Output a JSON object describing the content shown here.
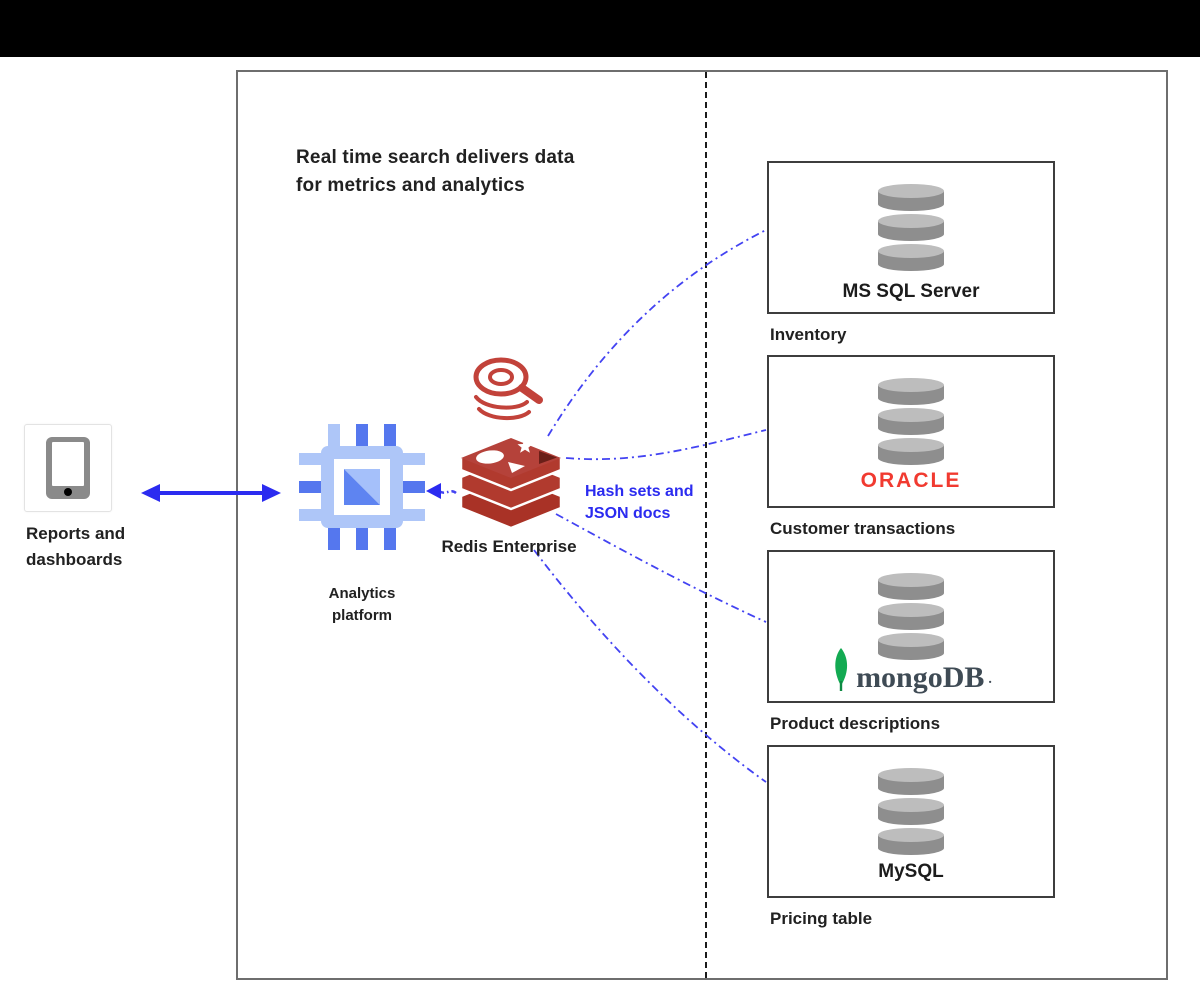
{
  "note": {
    "line1": "Real time search delivers data",
    "line2": "for metrics and analytics"
  },
  "reports": {
    "icon": "tablet-icon",
    "line1": "Reports and",
    "line2": "dashboards"
  },
  "analytics": {
    "icon": "cpu-chip-icon",
    "line1": "Analytics",
    "line2": "platform"
  },
  "redis": {
    "search_icon": "redisearch-magnifier-icon",
    "cube_icon": "redis-cube-icon",
    "label": "Redis Enterprise",
    "annotation_line1": "Hash sets and",
    "annotation_line2": "JSON docs"
  },
  "databases": [
    {
      "icon": "database-cylinder-icon",
      "name": "MS SQL Server",
      "caption": "Inventory",
      "logo_style": "plain"
    },
    {
      "icon": "database-cylinder-icon",
      "name": "ORACLE",
      "caption": "Customer transactions",
      "logo_style": "oracle-red"
    },
    {
      "icon": "database-cylinder-icon",
      "name": "mongoDB",
      "name_suffix": ".",
      "caption": "Product descriptions",
      "logo_style": "mongodb-leaf-serif"
    },
    {
      "icon": "database-cylinder-icon",
      "name": "MySQL",
      "caption": "Pricing table",
      "logo_style": "plain"
    }
  ],
  "connections": {
    "bidirectional_arrow": "reports-dashboards <-> analytics-platform",
    "redis_to_analytics": "redis-enterprise -> analytics-platform",
    "flow_curves": [
      "redis -> ms-sql-server",
      "redis -> oracle",
      "redis -> mongodb",
      "redis -> mysql"
    ]
  },
  "colors": {
    "top_bar": "#000000",
    "arrow_blue": "#2b2bf0",
    "flow_line_blue": "#4343f2",
    "annotation_blue": "#2b2bf0",
    "redis_red": "#b13a2e",
    "redis_red_dark": "#6b1f18",
    "oracle_red": "#f13a30",
    "mongodb_green": "#13aa52",
    "mongodb_text": "#3f4b55",
    "db_icon_gray": "#8e8e8e",
    "chip_light_blue": "#aec6f8",
    "chip_dark_blue": "#5577ee",
    "frame_border": "#6e6e6e",
    "box_border": "#3d3d3d"
  }
}
